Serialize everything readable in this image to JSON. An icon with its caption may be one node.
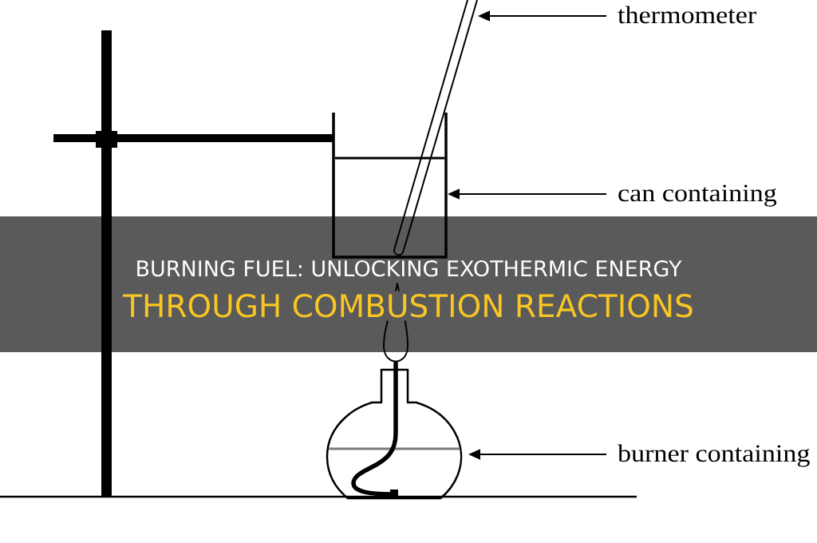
{
  "diagram": {
    "nodes": [
      {
        "text": [
          "thermometer"
        ]
      },
      {
        "text": [
          "can containing"
        ]
      },
      {
        "text": [
          "BURNING FUEL: UNLOCKING EXOTHERMIC ENERGY",
          "THROUGH COMBUSTION REACTIONS"
        ]
      },
      {
        "text": [
          "burner containing"
        ]
      },
      {
        "text": [],
        "shape": "picture"
      },
      {
        "text": [],
        "shape": "picture"
      },
      {
        "text": [],
        "shape": "picture"
      }
    ],
    "edges": [
      {
        "from": 0,
        "to": 4,
        "arrow": "to"
      },
      {
        "from": 1,
        "to": 5,
        "arrow": "to"
      },
      {
        "from": 3,
        "to": 6,
        "arrow": "to"
      }
    ]
  }
}
